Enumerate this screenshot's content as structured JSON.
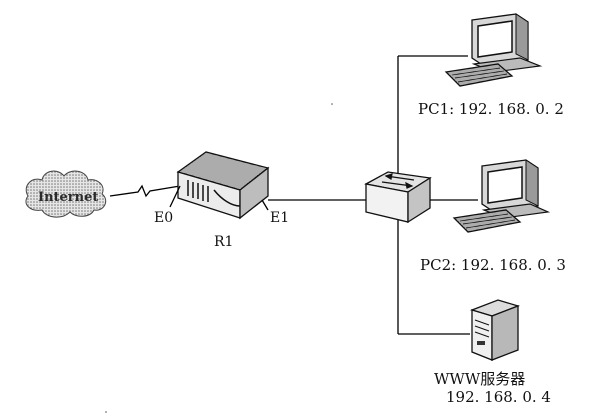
{
  "labels": {
    "internet": "Internet",
    "e0": "E0",
    "e1": "E1",
    "router": "R1",
    "pc1": "PC1: 192. 168. 0. 2",
    "pc2": "PC2: 192. 168. 0. 3",
    "server_name": "WWW服务器",
    "server_ip": "192. 168. 0. 4"
  },
  "icons": {
    "cloud": "internet-cloud-icon",
    "router": "router-icon",
    "switch": "switch-icon",
    "pc": "desktop-computer-icon",
    "server": "tower-server-icon"
  }
}
